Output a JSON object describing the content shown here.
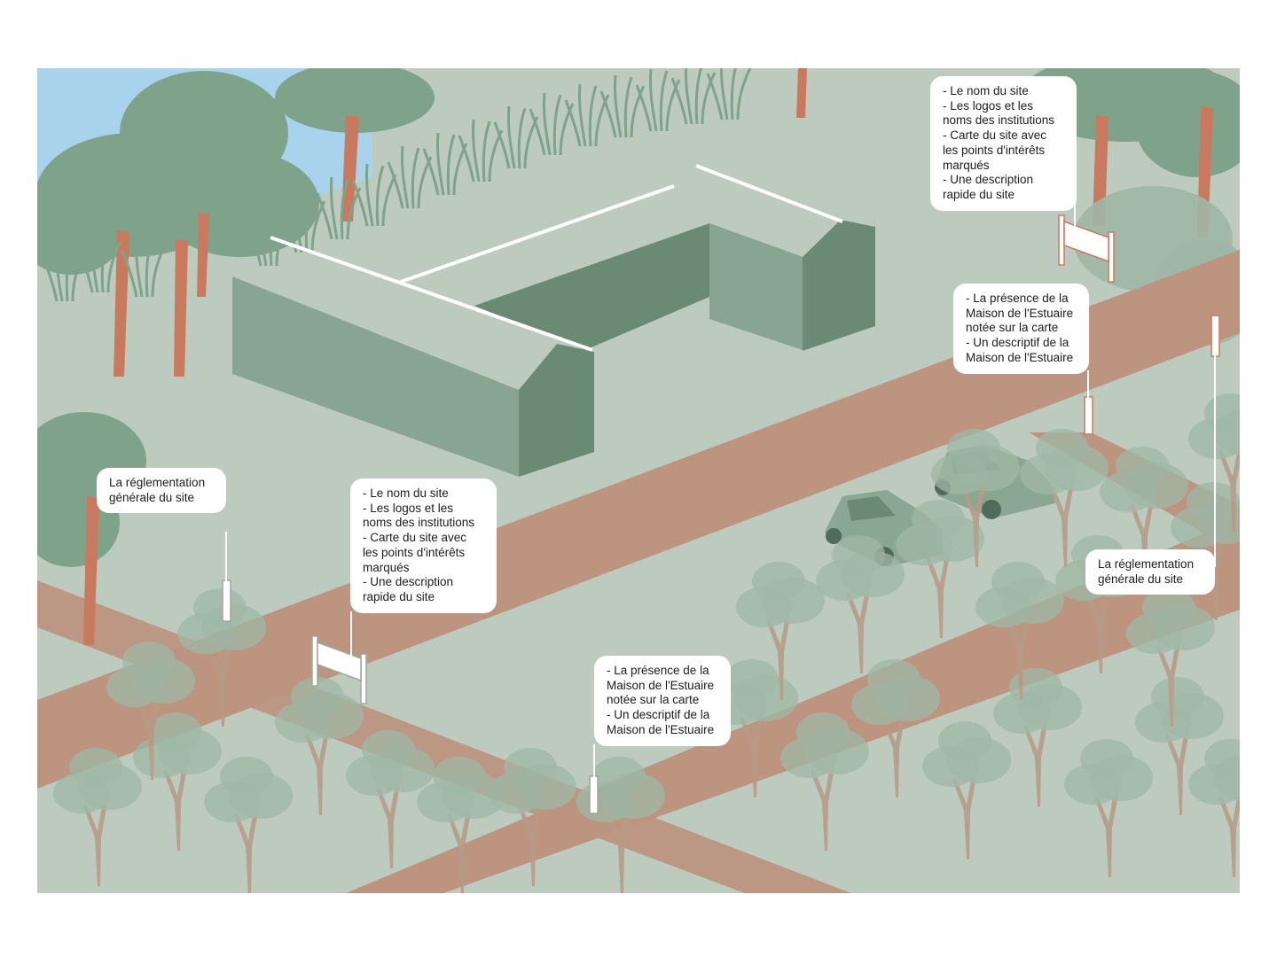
{
  "callouts": [
    {
      "id": "sign-top-right",
      "lines": [
        "- Le nom du site",
        "- Les logos et les",
        "noms des institutions",
        "- Carte du site avec",
        "les points d'intérêts",
        "marqués",
        "- Une description",
        "rapide du site"
      ]
    },
    {
      "id": "post-right-middle",
      "lines": [
        "- La présence de la",
        "Maison de l'Estuaire",
        "notée sur la carte",
        "- Un descriptif de la",
        "Maison de l'Estuaire"
      ]
    },
    {
      "id": "post-far-right",
      "lines": [
        "La réglementation",
        "générale du site"
      ]
    },
    {
      "id": "post-left",
      "lines": [
        "La réglementation",
        "générale du site"
      ]
    },
    {
      "id": "sign-center-left",
      "lines": [
        "- Le nom du site",
        "- Les logos et les",
        "noms des institutions",
        "- Carte du site avec",
        "les points d'intérêts",
        "marqués",
        "- Une description",
        "rapide du site"
      ]
    },
    {
      "id": "post-bottom-center",
      "lines": [
        "- La présence de la",
        "Maison de l'Estuaire",
        "notée sur la carte",
        "- Un descriptif de la",
        "Maison de l'Estuaire"
      ]
    }
  ],
  "colors": {
    "sky": "#a9d3ec",
    "ground": "#bccbbe",
    "path": "#bc9480",
    "building_light": "#87a591",
    "building_dark": "#6b8a74",
    "foliage": "#7fa38a",
    "trunk": "#c97a5e",
    "car": "#89a792"
  }
}
